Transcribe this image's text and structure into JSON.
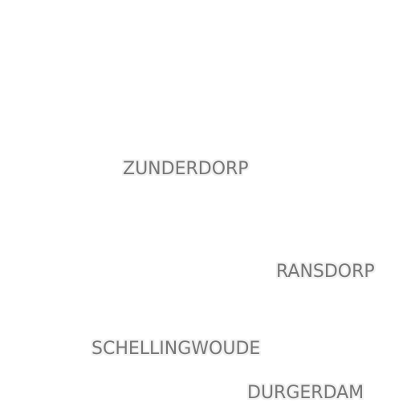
{
  "map": {
    "labels": [
      {
        "name": "ZUNDERDORP"
      },
      {
        "name": "RANSDORP"
      },
      {
        "name": "SCHELLINGWOUDE"
      },
      {
        "name": "DURGERDAM"
      }
    ]
  }
}
